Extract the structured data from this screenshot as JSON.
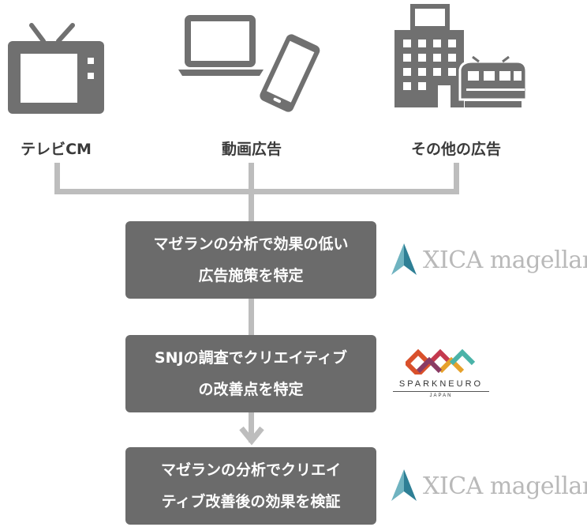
{
  "sources": [
    {
      "label": "テレビCM",
      "icon": "tv-icon"
    },
    {
      "label": "動画広告",
      "icon": "laptop-smartphone-icon"
    },
    {
      "label": "その他の広告",
      "icon": "building-train-icon"
    }
  ],
  "steps": [
    {
      "line1": "マゼランの分析で効果の低い",
      "line2": "広告施策を特定",
      "brand": "XICA magellan"
    },
    {
      "line1": "SNJの調査でクリエイティブ",
      "line2": "の改善点を特定",
      "brand": "SPARKNEURO",
      "brand_sub": "JAPAN"
    },
    {
      "line1": "マゼランの分析でクリエイ",
      "line2": "ティブ改善後の効果を検証",
      "brand": "XICA magellan"
    }
  ],
  "colors": {
    "icon": "#707070",
    "box": "#6b6b6b",
    "connector": "#bdbdbd",
    "text": "#3a3a3a"
  }
}
